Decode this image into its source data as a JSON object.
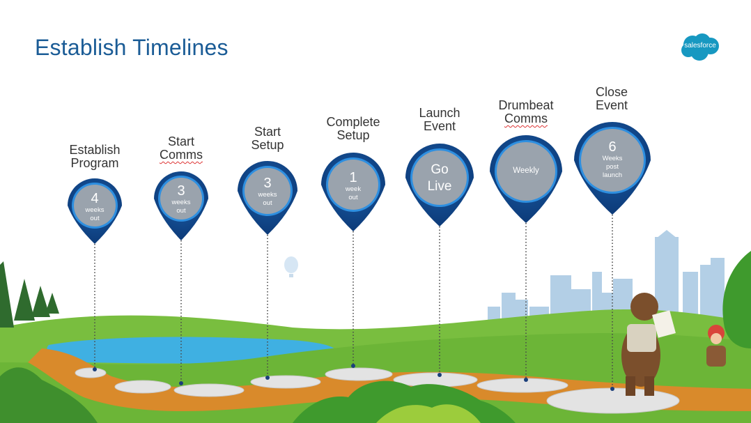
{
  "title": "Establish Timelines",
  "logo": {
    "text": "salesforce"
  },
  "milestones": [
    {
      "label_lines": [
        "Establish",
        "Program"
      ],
      "pin_big": "4",
      "pin_small": [
        "weeks",
        "out"
      ]
    },
    {
      "label_lines": [
        "Start",
        "Comms"
      ],
      "pin_big": "3",
      "pin_small": [
        "weeks",
        "out"
      ]
    },
    {
      "label_lines": [
        "Start",
        "Setup"
      ],
      "pin_big": "3",
      "pin_small": [
        "weeks",
        "out"
      ]
    },
    {
      "label_lines": [
        "Complete",
        "Setup"
      ],
      "pin_big": "1",
      "pin_small": [
        "week",
        "out"
      ]
    },
    {
      "label_lines": [
        "Launch",
        "Event"
      ],
      "pin_words": [
        "Go",
        "Live"
      ]
    },
    {
      "label_lines": [
        "Drumbeat",
        "Comms"
      ],
      "pin_small": [
        "Weekly"
      ]
    },
    {
      "label_lines": [
        "Close",
        "Event"
      ],
      "pin_big": "6",
      "pin_small": [
        "Weeks",
        "post",
        "launch"
      ]
    }
  ],
  "colors": {
    "title": "#1b5c96",
    "pin_dark": "#0d3f82",
    "pin_ring": "#2e8fe0",
    "pin_face": "#9aa3ad",
    "grass": "#5fae2f",
    "water": "#4ab2df",
    "path": "#d98a2b",
    "skyline": "#a9c9e3"
  }
}
